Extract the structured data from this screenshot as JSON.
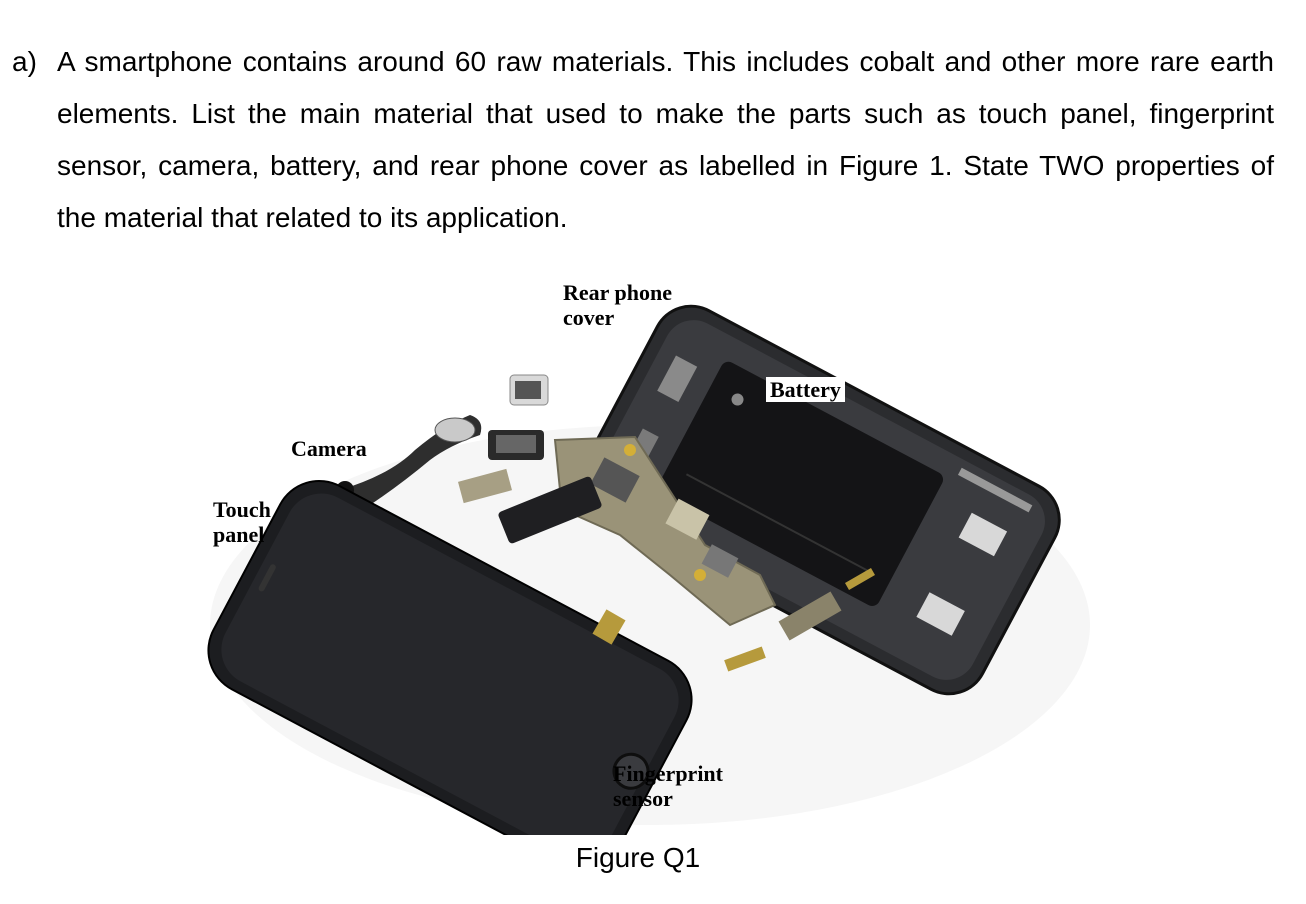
{
  "question": {
    "marker": "a)",
    "text": "A smartphone contains around 60 raw materials. This includes cobalt and other more rare earth elements. List the main material that used to make the parts such as touch panel, fingerprint sensor, camera, battery, and rear phone cover as labelled in Figure 1. State TWO properties of the material that related to its application."
  },
  "figure": {
    "labels": {
      "rear_cover": "Rear phone\ncover",
      "battery": "Battery",
      "camera": "Camera",
      "touch_panel": "Touch\npanel",
      "fingerprint": "Fingerprint\nsensor"
    },
    "caption": "Figure Q1"
  },
  "colors": {
    "phone_body": "#2b2c2f",
    "screen": "#1c1d20",
    "board": "#9a9378",
    "battery": "#141416"
  }
}
